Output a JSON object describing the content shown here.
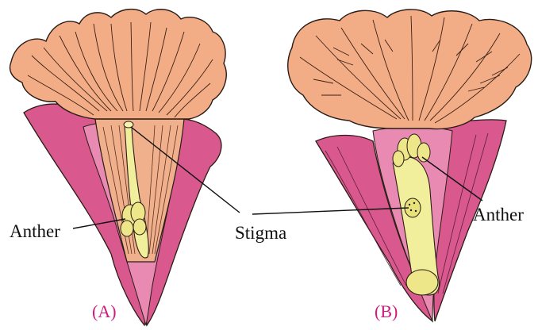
{
  "figure": {
    "labels": {
      "anther_a": "Anther",
      "stigma": "Stigma",
      "anther_b": "Anther",
      "panel_a": "(A)",
      "panel_b": "(B)"
    },
    "colors": {
      "petal": "#f3ad86",
      "calyx": "#d9588d",
      "calyx_light": "#e98ab2",
      "style": "#f1ee9c",
      "outline": "#2a1c16",
      "panel_label": "#d11b7c",
      "text": "#111111"
    }
  }
}
